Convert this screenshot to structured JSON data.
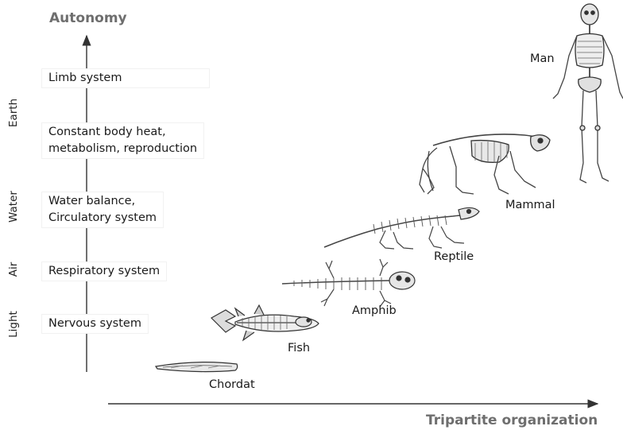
{
  "axes": {
    "y_title": "Autonomy",
    "x_title": "Tripartite organization"
  },
  "elements": [
    "Earth",
    "Water",
    "Air",
    "Light"
  ],
  "traits": [
    {
      "lines": [
        "Limb system"
      ]
    },
    {
      "lines": [
        "Constant body heat,",
        "metabolism, reproduction"
      ]
    },
    {
      "lines": [
        "Water balance,",
        "Circulatory system"
      ]
    },
    {
      "lines": [
        "Respiratory system"
      ]
    },
    {
      "lines": [
        "Nervous system"
      ]
    }
  ],
  "species": [
    "Man",
    "Mammal",
    "Reptile",
    "Amphib",
    "Fish",
    "Chordat"
  ],
  "colors": {
    "axis_title": "#6e6e6e",
    "text": "#1a1a1a",
    "skeleton": "#333333"
  }
}
